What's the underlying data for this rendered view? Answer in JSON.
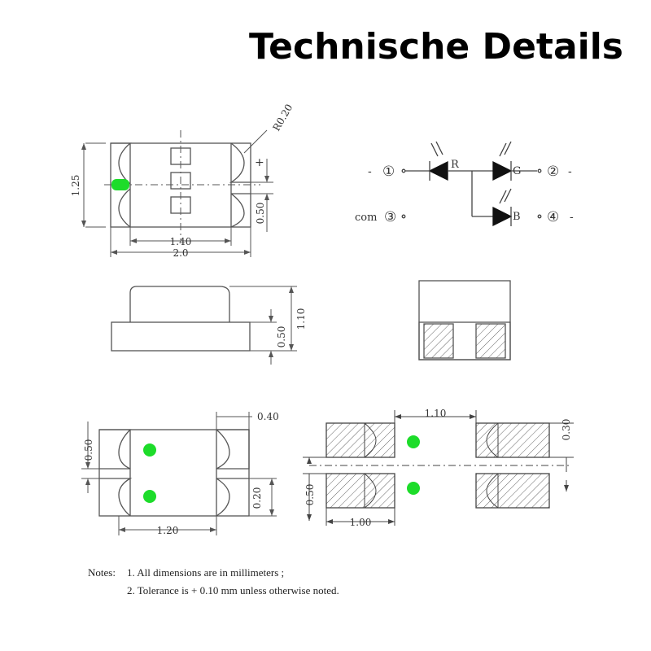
{
  "title": "Technische Details",
  "top_view": {
    "radius": "R0.20",
    "plus": "+",
    "height": "1.25",
    "pad_gap": "0.50",
    "inner_width": "1.40",
    "outer_width": "2.0"
  },
  "schematic": {
    "left_minus": "-",
    "pin1": "①",
    "led_r": "R",
    "led_g": "G",
    "led_b": "B",
    "pin2": "②",
    "right_minus_top": "-",
    "com": "com",
    "pin3": "③",
    "pin4": "④",
    "right_minus_bottom": "-"
  },
  "side_view": {
    "base": "0.50",
    "total": "1.10"
  },
  "bottom_view": {
    "gap": "0.50",
    "pad_width": "0.40",
    "pad_height": "0.20",
    "pad_span": "1.20"
  },
  "footprint": {
    "center_gap": "1.10",
    "pad_height": "0.30",
    "pad_gap": "0.50",
    "pad_width": "1.00"
  },
  "notes": {
    "label": "Notes:",
    "line1": "1. All dimensions are in millimeters ;",
    "line2": "2. Tolerance is + 0.10 mm unless otherwise noted."
  },
  "colors": {
    "led_green": "#1ddc2a",
    "line": "#555555"
  }
}
